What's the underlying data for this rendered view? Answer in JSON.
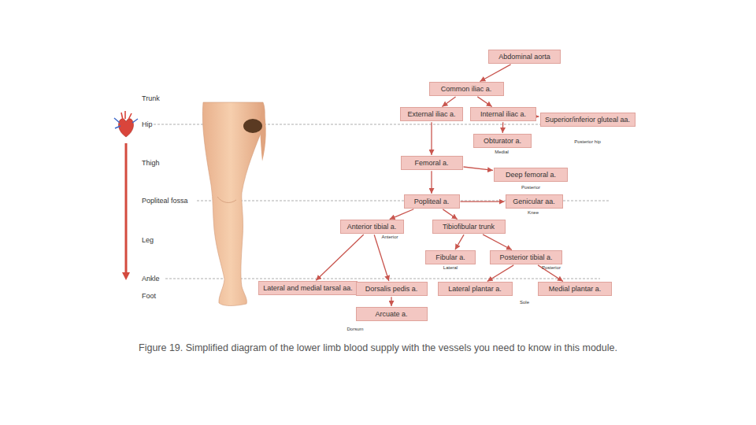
{
  "diagram": {
    "caption": "Figure 19. Simplified diagram of the lower limb blood supply with the vessels you need to know in this module.",
    "nodes": [
      {
        "text": [
          "Abdominal aorta"
        ]
      },
      {
        "text": [
          "Common iliac a."
        ]
      },
      {
        "text": [
          "External iliac a."
        ]
      },
      {
        "text": [
          "Internal iliac a."
        ]
      },
      {
        "text": [
          "Superior/inferior gluteal aa."
        ]
      },
      {
        "text": [
          "Obturator a."
        ]
      },
      {
        "text": [
          "Femoral a."
        ]
      },
      {
        "text": [
          "Deep femoral a."
        ]
      },
      {
        "text": [
          "Popliteal a."
        ]
      },
      {
        "text": [
          "Genicular aa."
        ]
      },
      {
        "text": [
          "Anterior tibial a."
        ]
      },
      {
        "text": [
          "Tibiofibular trunk"
        ]
      },
      {
        "text": [
          "Fibular a."
        ]
      },
      {
        "text": [
          "Posterior tibial a."
        ]
      },
      {
        "text": [
          "Lateral and medial tarsal aa."
        ]
      },
      {
        "text": [
          "Dorsalis pedis a."
        ]
      },
      {
        "text": [
          "Lateral plantar a."
        ]
      },
      {
        "text": [
          "Medial plantar a."
        ]
      },
      {
        "text": [
          "Arcuate a."
        ]
      }
    ],
    "edges": [
      {
        "from": 0,
        "to": 1,
        "arrow": "to"
      },
      {
        "from": 1,
        "to": 2,
        "arrow": "to"
      },
      {
        "from": 1,
        "to": 3,
        "arrow": "to"
      },
      {
        "from": 3,
        "to": 4,
        "arrow": "to"
      },
      {
        "from": 3,
        "to": 5,
        "arrow": "to"
      },
      {
        "from": 2,
        "to": 6,
        "arrow": "to"
      },
      {
        "from": 6,
        "to": 7,
        "arrow": "to"
      },
      {
        "from": 6,
        "to": 8,
        "arrow": "to"
      },
      {
        "from": 8,
        "to": 9,
        "arrow": "to"
      },
      {
        "from": 8,
        "to": 10,
        "arrow": "to"
      },
      {
        "from": 8,
        "to": 11,
        "arrow": "to"
      },
      {
        "from": 11,
        "to": 12,
        "arrow": "to"
      },
      {
        "from": 11,
        "to": 13,
        "arrow": "to"
      },
      {
        "from": 10,
        "to": 14,
        "arrow": "to"
      },
      {
        "from": 10,
        "to": 15,
        "arrow": "to"
      },
      {
        "from": 13,
        "to": 16,
        "arrow": "to"
      },
      {
        "from": 13,
        "to": 17,
        "arrow": "to"
      },
      {
        "from": 15,
        "to": 18,
        "arrow": "to"
      }
    ],
    "labels": [
      "Trunk",
      "Hip",
      "Thigh",
      "Popliteal fossa",
      "Leg",
      "Ankle",
      "Foot",
      "Posterior hip",
      "Medial",
      "Posterior",
      "Knee",
      "Anterior",
      "Lateral",
      "Posterior",
      "Sole",
      "Dorsum"
    ]
  }
}
